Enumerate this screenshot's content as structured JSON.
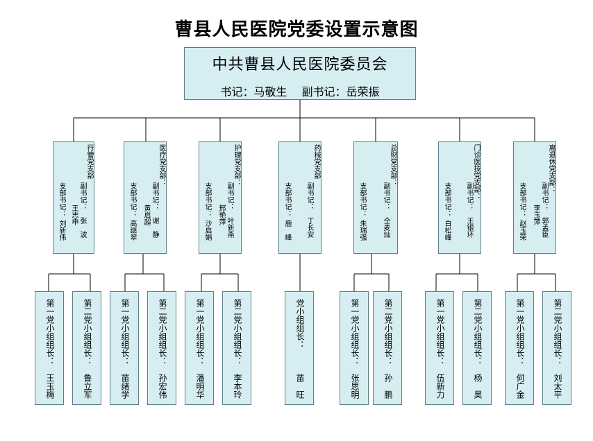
{
  "title": "曹县人民医院党委设置示意图",
  "root": {
    "name": "中共曹县人民医院委员会",
    "secretary": "书记：马敬生",
    "deputy": "副书记：岳荣振"
  },
  "branches": [
    {
      "name": "行管党支部",
      "deputy_label": "副书记：",
      "deputy": "张　波",
      "deputy2": "王志申",
      "secretary_label": "支部书记：",
      "secretary": "刘新伟"
    },
    {
      "name": "医疗党支部：",
      "deputy_label": "副书记：",
      "deputy": "谢　静",
      "deputy2": "黄启超",
      "secretary_label": "支部书记：",
      "secretary": "高继翠"
    },
    {
      "name": "护理党支部：",
      "deputy_label": "副书记：",
      "deputy": "叶新燕",
      "deputy2": "邢艳萍",
      "secretary_label": "支部书记：",
      "secretary": "沙启娟"
    },
    {
      "name": "药械党支部",
      "deputy_label": "副书记：",
      "deputy": "丁长安",
      "deputy2": "",
      "secretary_label": "支部书记：",
      "secretary": "鹿　峰"
    },
    {
      "name": "总财党支部：",
      "deputy_label": "副书记：",
      "deputy": "仝麦灿",
      "deputy2": "",
      "secretary_label": "支部书记：",
      "secretary": "朱瑞强"
    },
    {
      "name": "门诊医技党支部：",
      "deputy_label": "副书记：",
      "deputy": "王银环",
      "deputy2": "",
      "secretary_label": "支部书记：",
      "secretary": "白松峰"
    },
    {
      "name": "离退休党支部：",
      "deputy_label": "副书记：",
      "deputy": "郭孟臣",
      "deputy2": "李玉萍",
      "secretary_label": "支部书记：",
      "secretary": "赵玉荣"
    }
  ],
  "groups": [
    {
      "label": "第一党小组组长：",
      "name": "王玉梅"
    },
    {
      "label": "第二党小组组长：",
      "name": "鲁立军"
    },
    {
      "label": "第一党小组组长：",
      "name": "苗绪学"
    },
    {
      "label": "第二党小组组长：",
      "name": "孙宏伟"
    },
    {
      "label": "第一党小组组长：",
      "name": "潘明华"
    },
    {
      "label": "第二党小组组长：",
      "name": "李本玲"
    },
    {
      "label": "党小组组长：",
      "name": "苗　旺"
    },
    {
      "label": "第一党小组组长：",
      "name": "张思明"
    },
    {
      "label": "第二党小组组长：",
      "name": "孙　鹏"
    },
    {
      "label": "第一党小组组长：",
      "name": "伍新力"
    },
    {
      "label": "第二党小组组长：",
      "name": "杨　昊"
    },
    {
      "label": "第一党小组组长：",
      "name": "何广金"
    },
    {
      "label": "第二党小组组长：",
      "name": "刘太平"
    }
  ],
  "colors": {
    "box_fill": "#d6eef2",
    "box_border": "#5a7f86",
    "line": "#000000"
  }
}
